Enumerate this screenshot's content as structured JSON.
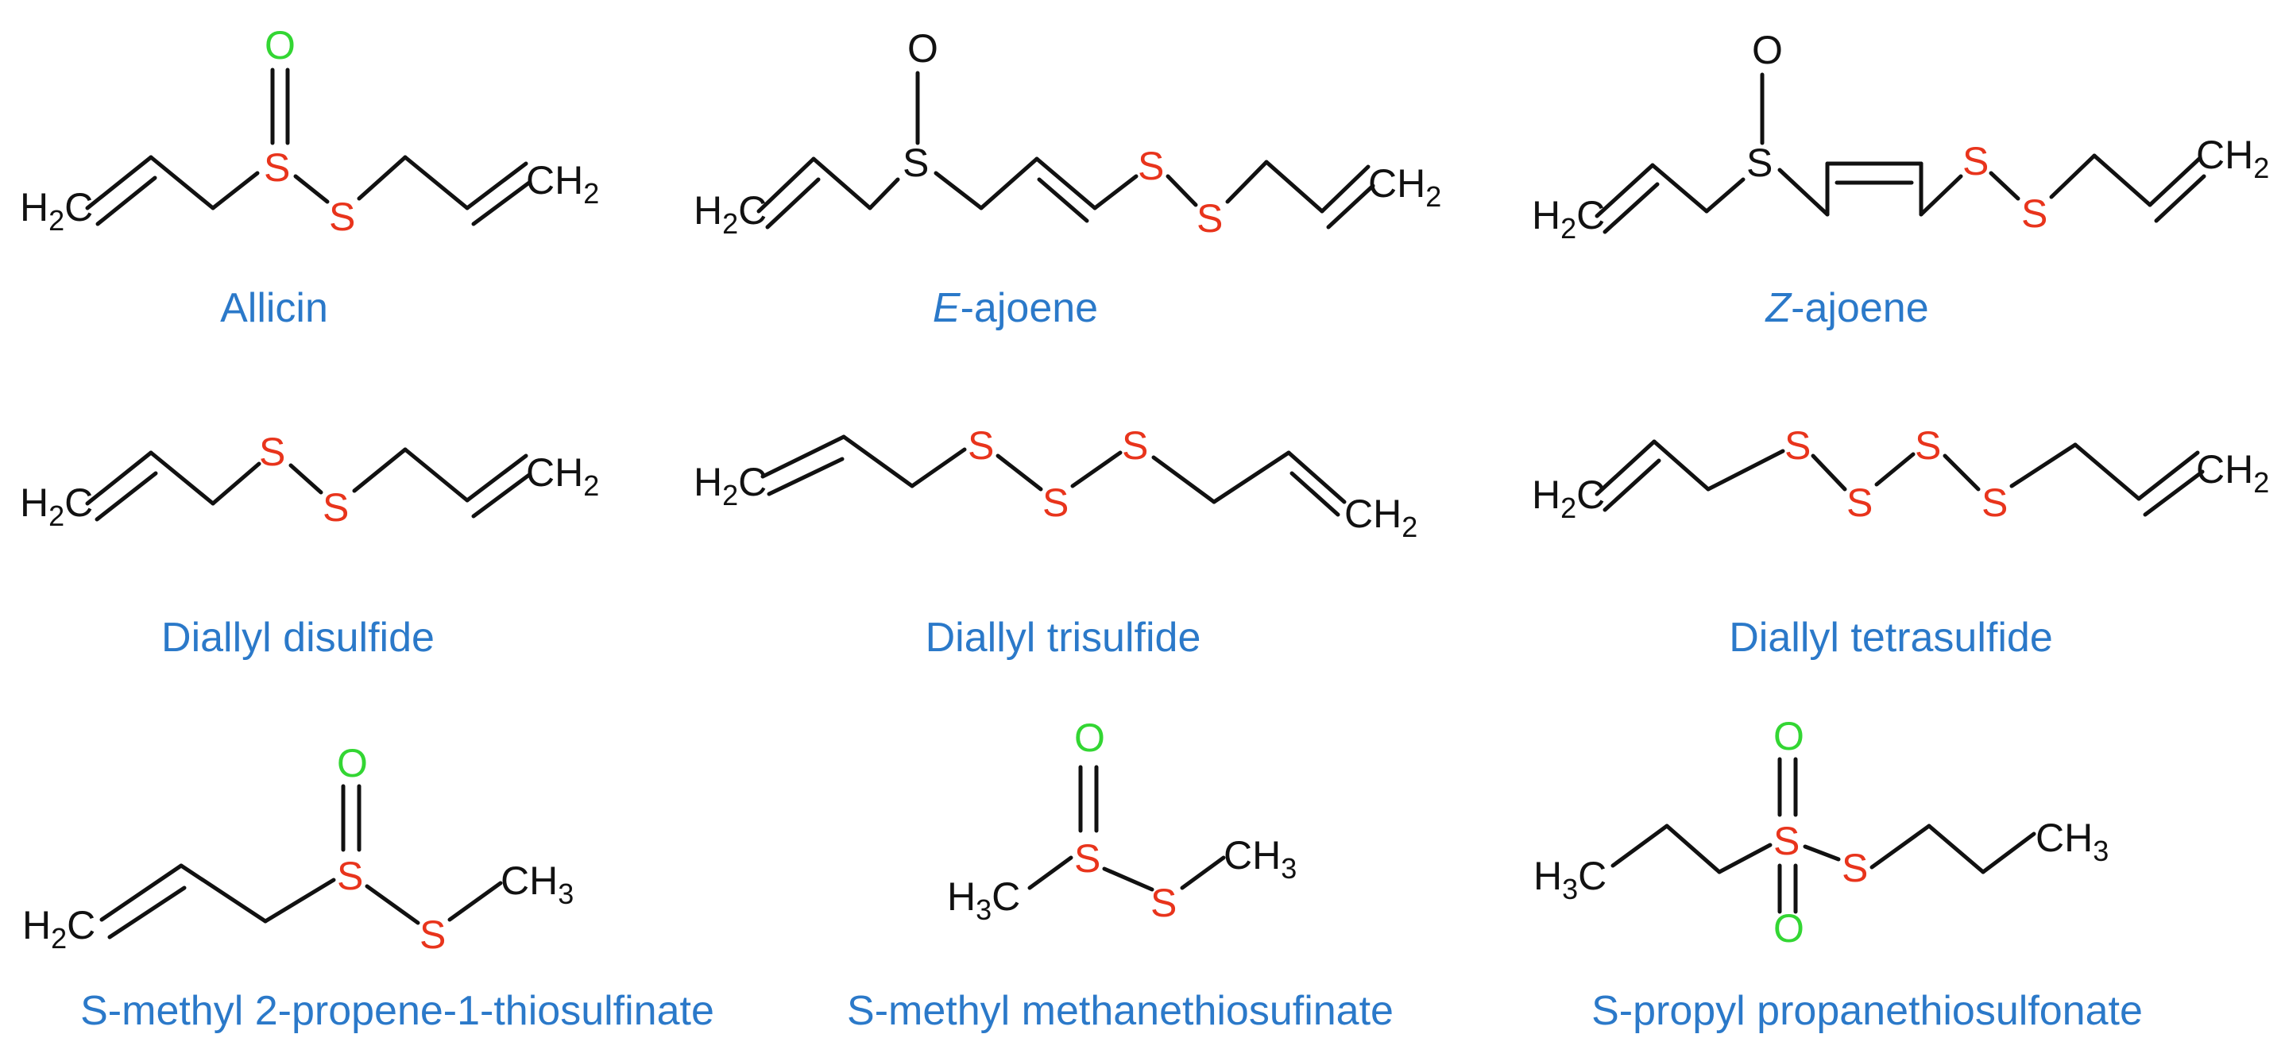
{
  "colors": {
    "bond": "#111111",
    "carbon": "#111111",
    "sulfur": "#e8341c",
    "oxygen_highlight": "#33d633",
    "oxygen_plain": "#111111",
    "caption": "#2b79c9"
  },
  "compounds": [
    {
      "id": "allicin",
      "name": "Allicin",
      "prefix": "",
      "oxygen_color": "oxygen_highlight"
    },
    {
      "id": "e-ajoene",
      "name": "-ajoene",
      "prefix": "E",
      "oxygen_color": "oxygen_plain"
    },
    {
      "id": "z-ajoene",
      "name": "-ajoene",
      "prefix": "Z",
      "oxygen_color": "oxygen_plain"
    },
    {
      "id": "diallyl-disulfide",
      "name": "Diallyl disulfide",
      "prefix": ""
    },
    {
      "id": "diallyl-trisulfide",
      "name": "Diallyl trisulfide",
      "prefix": ""
    },
    {
      "id": "diallyl-tetrasulfide",
      "name": "Diallyl tetrasulfide",
      "prefix": ""
    },
    {
      "id": "s-methyl-propene-thiosulfinate",
      "name": "S-methyl 2-propene-1-thiosulfinate",
      "prefix": "",
      "oxygen_color": "oxygen_highlight"
    },
    {
      "id": "s-methyl-methanethiosufinate",
      "name": "S-methyl methanethiosufinate",
      "prefix": "",
      "oxygen_color": "oxygen_highlight"
    },
    {
      "id": "s-propyl-propanethiosulfonate",
      "name": "S-propyl propanethiosulfonate",
      "prefix": "",
      "oxygen_color": "oxygen_highlight"
    }
  ],
  "atoms": {
    "S": "S",
    "O": "O",
    "H2C_main": "H",
    "H2C_sub": "2",
    "H2C_tail": "C",
    "CH2_main": "CH",
    "CH2_sub": "2",
    "CH3_main": "CH",
    "CH3_sub": "3",
    "H3C_main": "H",
    "H3C_sub": "3",
    "H3C_tail": "C"
  }
}
